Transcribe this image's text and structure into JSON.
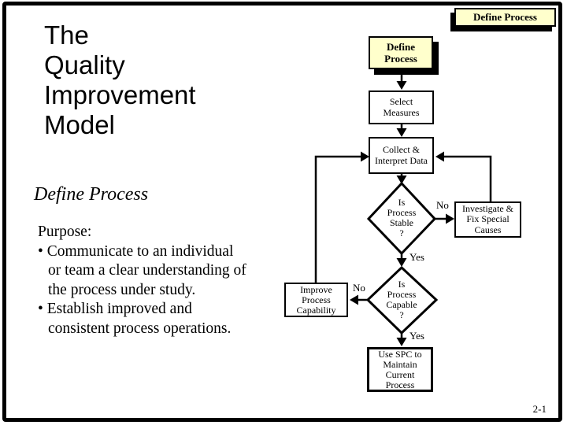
{
  "slide": {
    "page_number": "2-1",
    "background_color": "#FFFFFF",
    "frame_color": "#000000"
  },
  "header_tab": {
    "label": "Define Process",
    "fill_color": "#FFFFCC"
  },
  "title": {
    "text": "The\nQuality\nImprovement\nModel"
  },
  "section_heading": {
    "text": "Define Process"
  },
  "purpose": {
    "lines": [
      "Purpose:",
      "• Communicate to an individual",
      "or team a clear understanding of",
      "the process under study.",
      "• Establish improved and",
      "consistent process operations."
    ]
  },
  "flowchart": {
    "accent_fill_color": "#FFFFCC",
    "node_fill_color": "#FFFFFF",
    "line_color": "#000000",
    "nodes": {
      "define_process": "Define\nProcess",
      "select_measures": "Select\nMeasures",
      "collect_interpret_data": "Collect &\nInterpret Data",
      "is_process_stable": "Is\nProcess\nStable\n?",
      "investigate_fix_special_causes": "Investigate &\nFix Special\nCauses",
      "is_process_capable": "Is\nProcess\nCapable\n?",
      "improve_process_capability": "Improve\nProcess\nCapability",
      "use_spc_to_maintain": "Use SPC to\nMaintain\nCurrent\nProcess"
    },
    "edge_labels": {
      "stable_no": "No",
      "stable_yes": "Yes",
      "capable_no": "No",
      "capable_yes": "Yes"
    }
  }
}
